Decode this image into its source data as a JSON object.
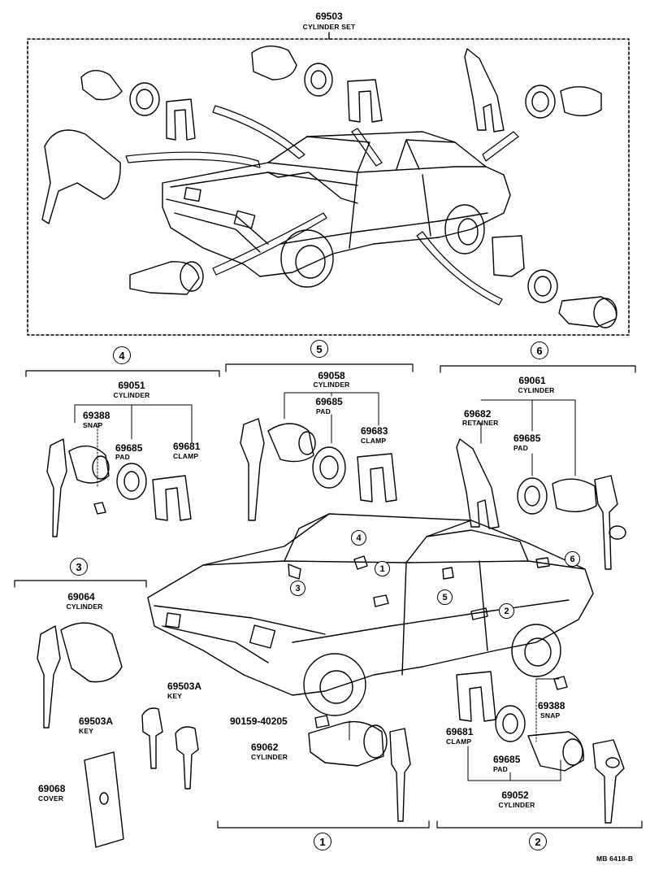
{
  "set": {
    "part": "69503",
    "name": "CYLINDER SET"
  },
  "groups": {
    "g1": {
      "id": "1"
    },
    "g2": {
      "id": "2"
    },
    "g3": {
      "id": "3"
    },
    "g4": {
      "id": "4"
    },
    "g5": {
      "id": "5"
    },
    "g6": {
      "id": "6"
    }
  },
  "parts": {
    "p69051": {
      "part": "69051",
      "name": "CYLINDER"
    },
    "p69388a": {
      "part": "69388",
      "name": "SNAP"
    },
    "p69685a": {
      "part": "69685",
      "name": "PAD"
    },
    "p69681a": {
      "part": "69681",
      "name": "CLAMP"
    },
    "p69058": {
      "part": "69058",
      "name": "CYLINDER"
    },
    "p69685b": {
      "part": "69685",
      "name": "PAD"
    },
    "p69683": {
      "part": "69683",
      "name": "CLAMP"
    },
    "p69061": {
      "part": "69061",
      "name": "CYLINDER"
    },
    "p69682": {
      "part": "69682",
      "name": "RETAINER"
    },
    "p69685c": {
      "part": "69685",
      "name": "PAD"
    },
    "p69064": {
      "part": "69064",
      "name": "CYLINDER"
    },
    "p69503Aa": {
      "part": "69503A",
      "name": "KEY"
    },
    "p69503Ab": {
      "part": "69503A",
      "name": "KEY"
    },
    "p69068": {
      "part": "69068",
      "name": "COVER"
    },
    "p90159": {
      "part": "90159-40205",
      "name": ""
    },
    "p69062": {
      "part": "69062",
      "name": "CYLINDER"
    },
    "p69681b": {
      "part": "69681",
      "name": "CLAMP"
    },
    "p69685d": {
      "part": "69685",
      "name": "PAD"
    },
    "p69388b": {
      "part": "69388",
      "name": "SNAP"
    },
    "p69052": {
      "part": "69052",
      "name": "CYLINDER"
    }
  },
  "car_callouts": [
    "1",
    "2",
    "3",
    "4",
    "5",
    "6"
  ],
  "footer": {
    "code": "MB 6418-B"
  }
}
